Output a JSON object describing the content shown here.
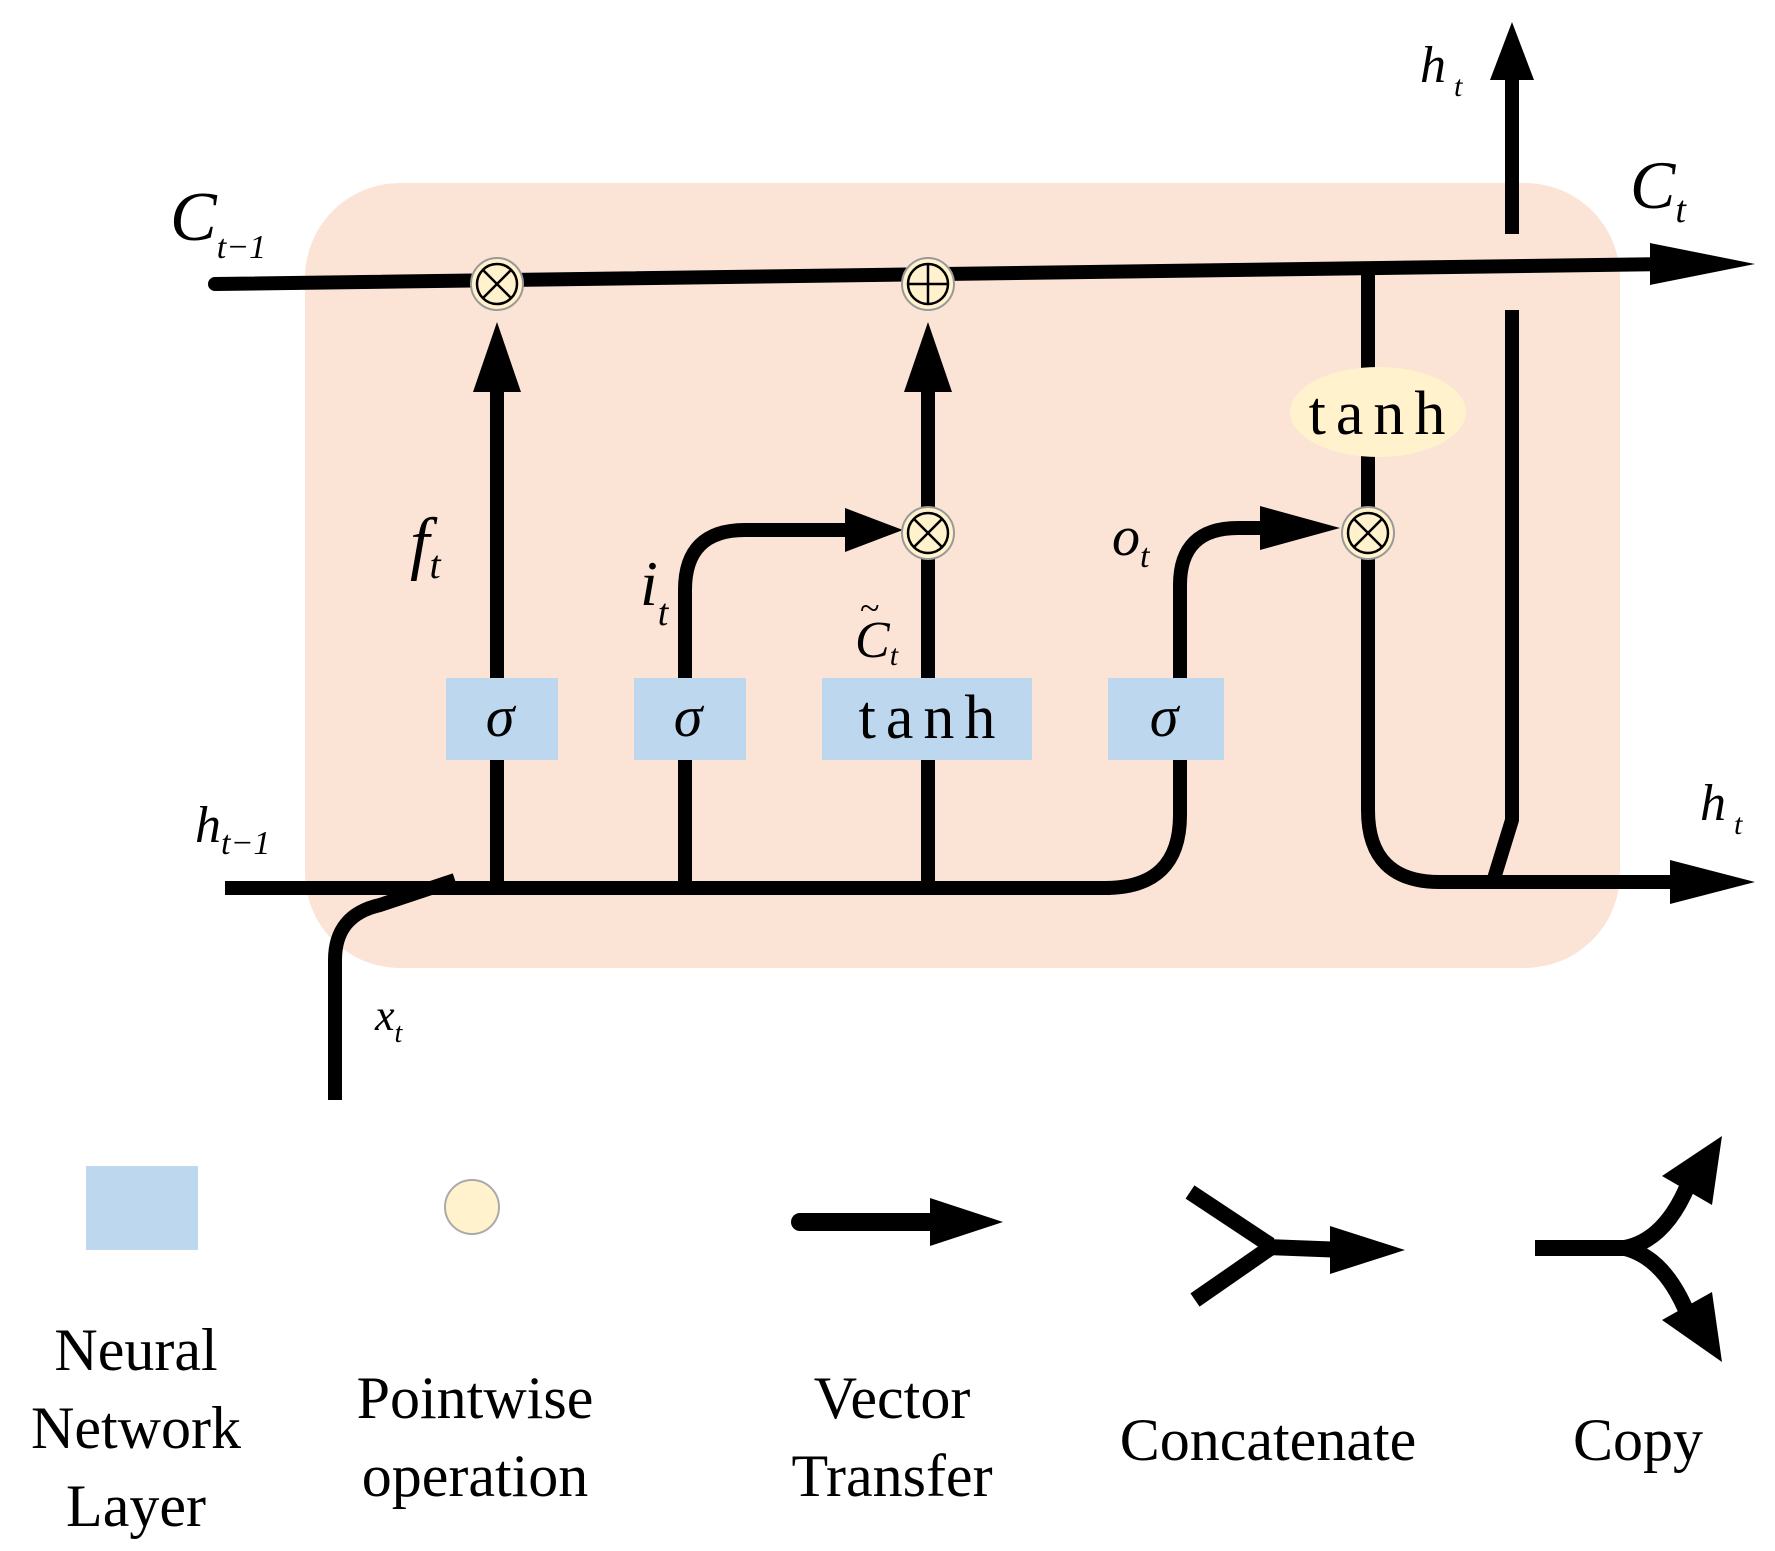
{
  "cell": {
    "inputs": {
      "c_prev": {
        "main": "C",
        "sub": "t−1"
      },
      "h_prev": {
        "main": "h",
        "sub": "t−1"
      },
      "x": {
        "main": "x",
        "sub": "t"
      }
    },
    "outputs": {
      "c_out": {
        "main": "C",
        "sub": "t"
      },
      "h_out_top": {
        "main": "h",
        "sub": "t"
      },
      "h_out_right": {
        "main": "h",
        "sub": "t"
      }
    },
    "gates": {
      "forget": {
        "main": "f",
        "sub": "t"
      },
      "input": {
        "main": "i",
        "sub": "t"
      },
      "candidate": {
        "main": "C",
        "tilde": "~",
        "sub": "t"
      },
      "output": {
        "main": "o",
        "sub": "t"
      }
    },
    "layers": [
      "σ",
      "σ",
      "tanh",
      "σ"
    ],
    "pointwise_tanh": "tanh",
    "ops": {
      "multiply": "⊗",
      "add": "+"
    }
  },
  "legend": {
    "neural_layer": [
      "Neural",
      "Network",
      "Layer"
    ],
    "pointwise": [
      "Pointwise",
      "operation"
    ],
    "vector_transfer": [
      "Vector",
      "Transfer"
    ],
    "concatenate": [
      "Concatenate"
    ],
    "copy": [
      "Copy"
    ]
  },
  "colors": {
    "cell_bg": "#fbe4d6",
    "layer_box": "#bdd7ee",
    "pointwise": "#fff2cc",
    "line": "#000000"
  }
}
